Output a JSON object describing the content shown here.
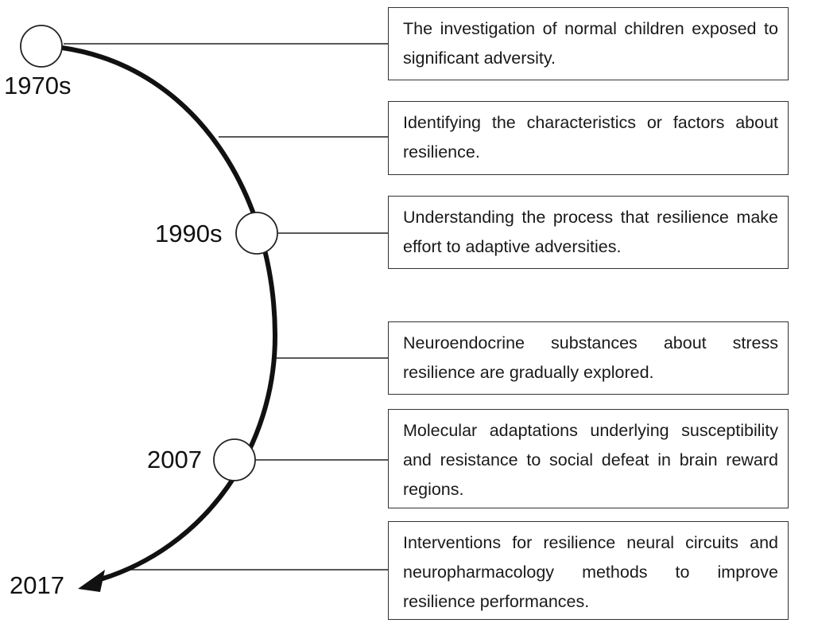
{
  "timeline": {
    "labels": [
      "1970s",
      "1990s",
      "2007",
      "2017"
    ],
    "events": [
      "The investigation of normal children exposed to significant adversity.",
      "Identifying the characteristics or factors about resilience.",
      "Understanding the process that resilience make effort to adaptive adversities.",
      "Neuroendocrine substances about stress resilience are gradually explored.",
      "Molecular adaptations underlying susceptibility and resistance to social defeat in brain reward regions.",
      "Interventions for resilience neural circuits and neuropharmacology methods to improve resilience performances."
    ]
  }
}
